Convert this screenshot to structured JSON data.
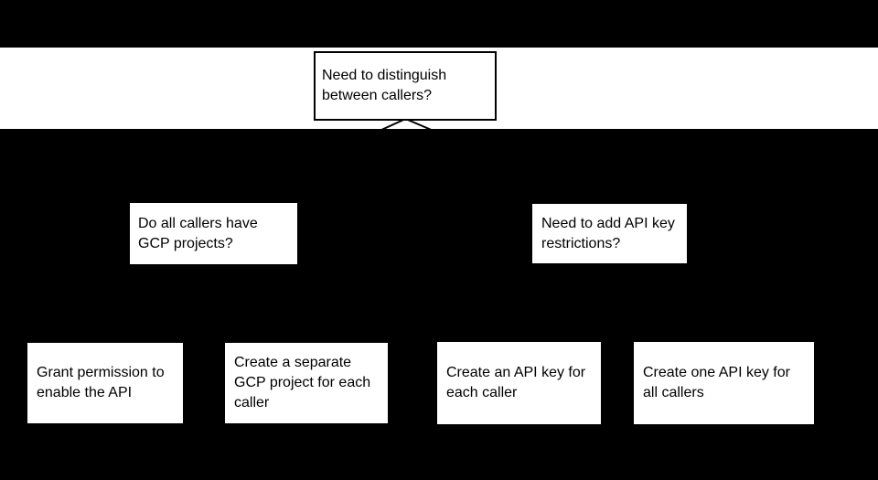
{
  "flowchart": {
    "root": {
      "label": "Need to distinguish between callers?"
    },
    "branches": [
      {
        "question": "Do all callers have GCP projects?"
      },
      {
        "question": "Need to add API key restrictions?"
      }
    ],
    "outcomes": [
      {
        "label": "Grant permission to enable the API"
      },
      {
        "label": "Create a separate GCP project for each caller"
      },
      {
        "label": "Create an API key for each caller"
      },
      {
        "label": "Create one API key for all callers"
      }
    ],
    "colors": {
      "background": "#000000",
      "band": "#ffffff",
      "node_fill": "#ffffff",
      "node_border": "#000000",
      "text": "#000000",
      "connector": "#000000"
    }
  }
}
